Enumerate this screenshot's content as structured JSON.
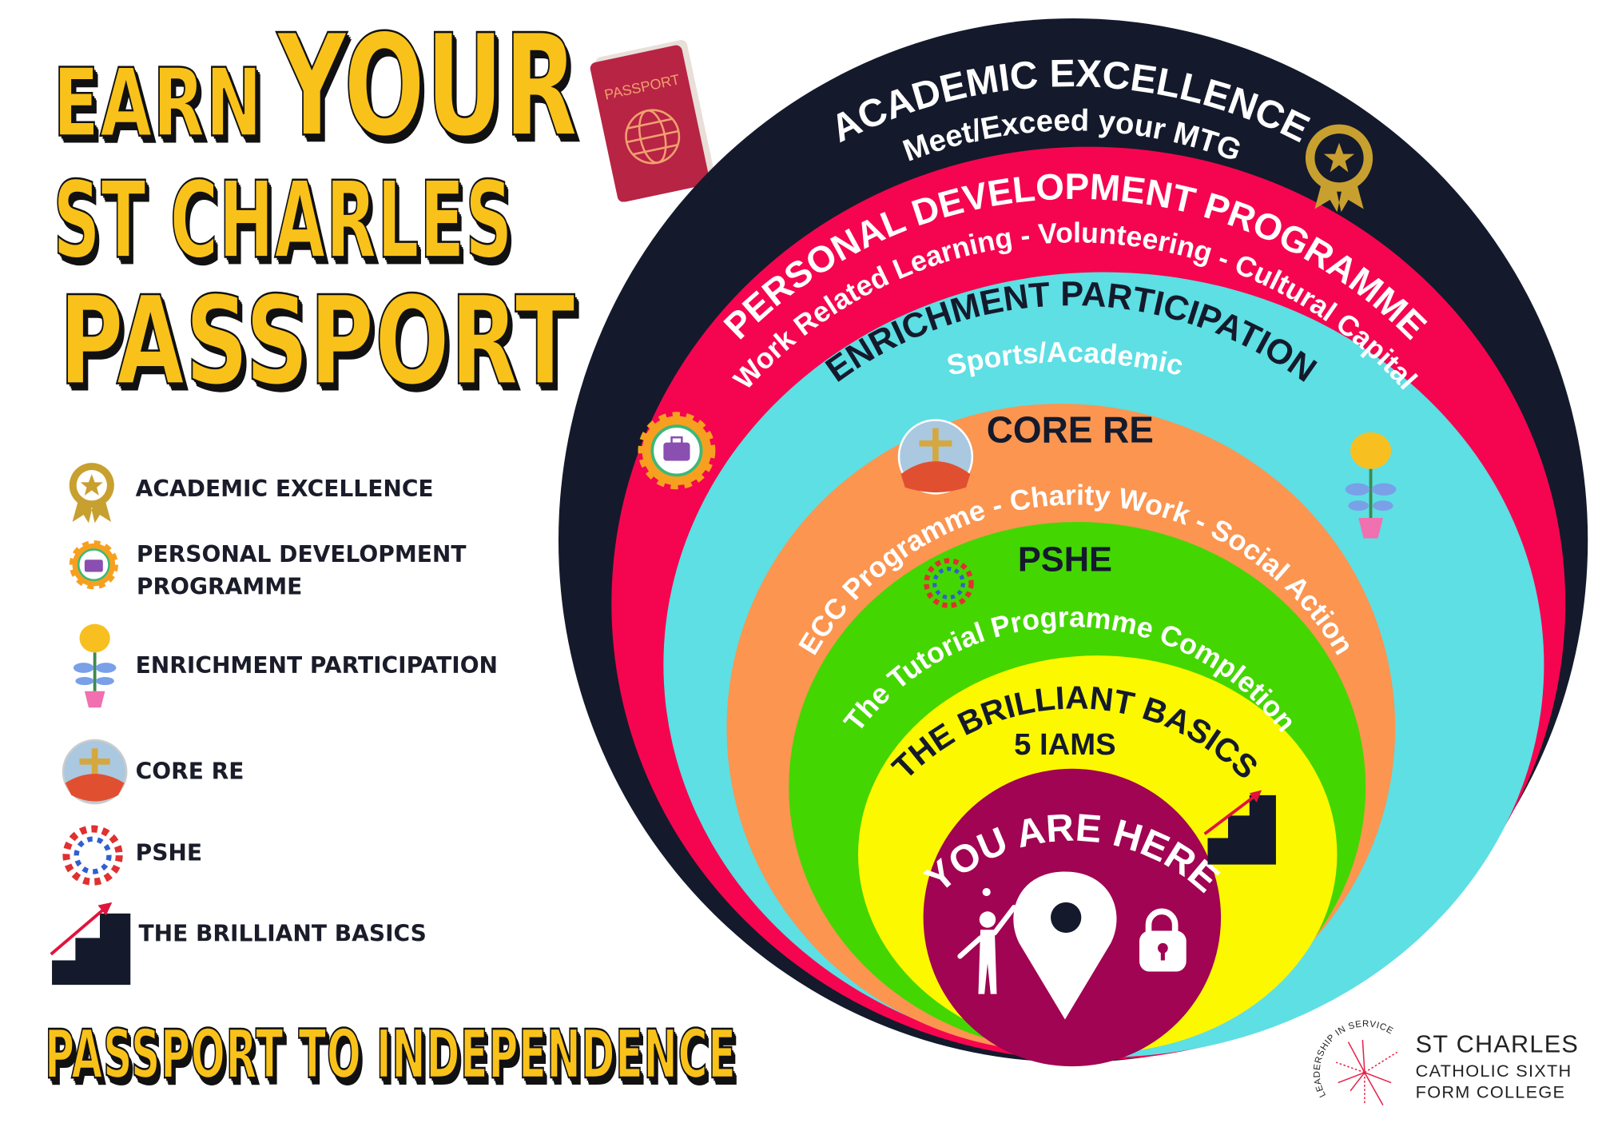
{
  "title": {
    "line1_a": "EARN",
    "line1_b": "YOUR",
    "line2": "ST CHARLES",
    "line3": "PASSPORT",
    "passport_icon_text": "PASSPORT"
  },
  "legend": {
    "items": [
      {
        "label": "ACADEMIC EXCELLENCE",
        "icon": "award-rosette-icon"
      },
      {
        "label": "PERSONAL DEVELOPMENT",
        "label2": "PROGRAMME",
        "icon": "gear-briefcase-icon"
      },
      {
        "label": "ENRICHMENT  PARTICIPATION",
        "icon": "brain-plant-icon"
      },
      {
        "label": "CORE RE",
        "icon": "core-re-badge-icon"
      },
      {
        "label": "PSHE",
        "icon": "people-circle-icon"
      },
      {
        "label": "THE BRILLIANT BASICS",
        "icon": "stairs-arrow-icon"
      }
    ]
  },
  "footer": {
    "tagline": "PASSPORT TO INDEPENDENCE"
  },
  "rings": {
    "academic": {
      "title": "ACADEMIC EXCELLENCE",
      "subtitle": "Meet/Exceed your MTG",
      "color": "#141a2c"
    },
    "personal": {
      "title": "PERSONAL DEVELOPMENT PROGRAMME",
      "subtitle": "Work Related Learning - Volunteering - Cultural Capital",
      "color": "#f5054f"
    },
    "enrichment": {
      "title": "ENRICHMENT PARTICIPATION",
      "subtitle": "Sports/Academic",
      "color": "#5ddfe4"
    },
    "core_re": {
      "title": "CORE RE",
      "subtitle": "ECC Programme - Charity Work - Social Action",
      "color": "#fb9550"
    },
    "pshe": {
      "title": "PSHE",
      "subtitle": "The Tutorial Programme Completion",
      "color": "#44d600"
    },
    "basics": {
      "title": "THE BRILLIANT BASICS",
      "subtitle": "5 IAMS",
      "color": "#fcf800"
    },
    "center": {
      "title": "YOU ARE HERE",
      "color": "#a00452"
    }
  },
  "logo": {
    "motto": "LEADERSHIP IN SERVICE",
    "line1": "ST CHARLES",
    "line2": "CATHOLIC SIXTH",
    "line3": "FORM COLLEGE"
  }
}
